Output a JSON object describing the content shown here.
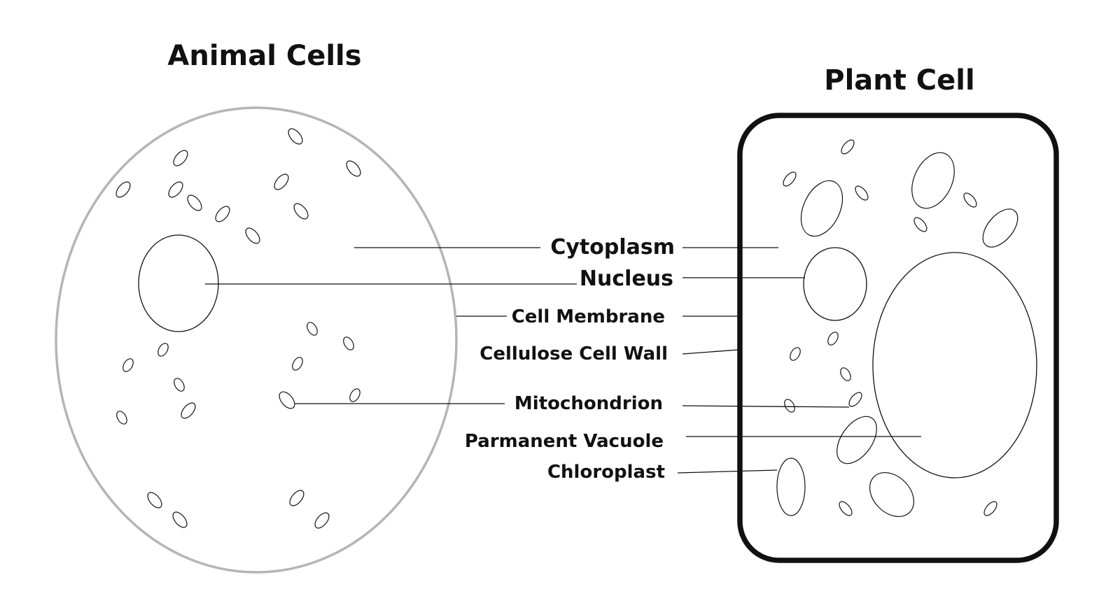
{
  "titles": {
    "animal": "Animal Cells",
    "plant": "Plant Cell"
  },
  "labels": {
    "cytoplasm": "Cytoplasm",
    "nucleus": "Nucleus",
    "cell_membrane": "Cell Membrane",
    "cellulose_cell_wall": "Cellulose Cell Wall",
    "mitochondrion": "Mitochondrion",
    "permanent_vacuole": "Parmanent Vacuole",
    "chloroplast": "Chloroplast"
  },
  "colors": {
    "animal_membrane": "#b5b5b5",
    "plant_wall": "#111111",
    "ink": "#111111"
  }
}
